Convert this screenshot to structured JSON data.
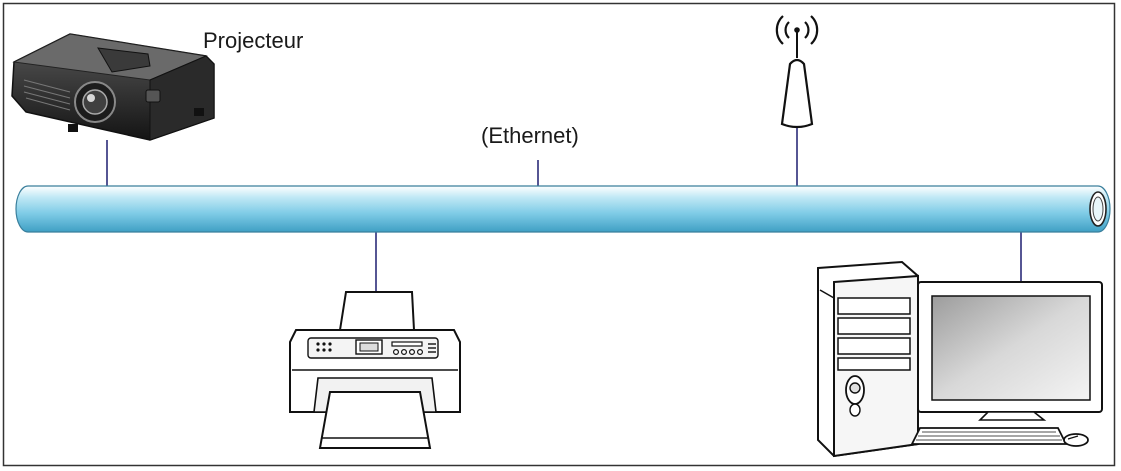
{
  "diagram": {
    "labels": {
      "projector": "Projecteur",
      "network": "(Ethernet)"
    },
    "devices": [
      {
        "id": "projector",
        "icon": "projector-icon"
      },
      {
        "id": "wireless-router",
        "icon": "wifi-router-icon"
      },
      {
        "id": "printer",
        "icon": "printer-icon"
      },
      {
        "id": "computer",
        "icon": "desktop-computer-icon"
      }
    ],
    "colors": {
      "cable_light": "#e6f6fb",
      "cable_mid": "#8fd3ea",
      "cable_dark": "#4fb0d2",
      "connector_line": "#2c2c7a",
      "frame": "#333333"
    }
  }
}
